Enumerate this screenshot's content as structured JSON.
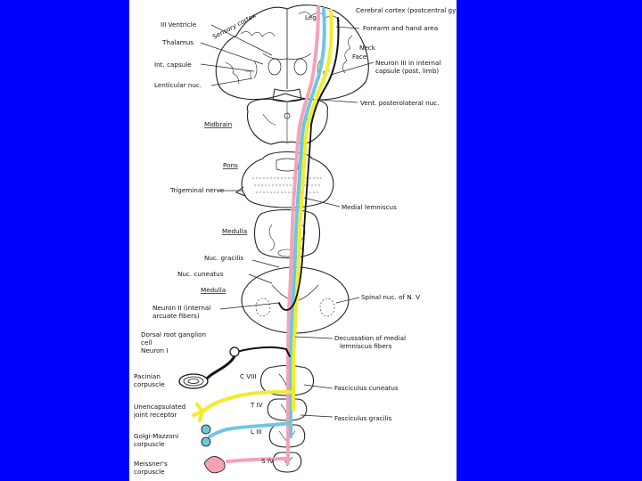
{
  "colors": {
    "background": "#0000ff",
    "panel": "#ffffff",
    "pathway_yellow": "#f2ec2c",
    "pathway_pink": "#f4a3b6",
    "pathway_cyan": "#6fc6de",
    "pathway_black": "#111111"
  },
  "labels": {
    "sensory_cortex": "Sensory cortex",
    "cerebral_cortex": "Cerebral cortex (postcentral gyrus)",
    "ventricle": "III  Ventricle",
    "thalamus": "Thalamus",
    "int_capsule": "Int. capsule",
    "lenticular": "Lenticular nuc.",
    "forearm": "Forearm and hand area",
    "neuron3_a": "Neuron III  in internal",
    "neuron3_b": "capsule (post. limb)",
    "vpl": "Vent. posterolateral nuc.",
    "leg": "Leg",
    "neck": "Neck",
    "face": "Face",
    "midbrain": "Midbrain",
    "pons": "Pons",
    "trigeminal": "Trigeminal nerve",
    "medial_lemniscus": "Medial lemniscus",
    "medulla_1": "Medulla",
    "nuc_gracilis": "Nuc. gracilis",
    "nuc_cuneatus": "Nuc. cuneatus",
    "medulla_2": "Medulla",
    "spinal_nuc": "Spinal nuc. of  N. V",
    "neuron2_a": "Neuron II (internal",
    "neuron2_b": "arcuate fibers)",
    "drg_a": "Dorsal root ganglion",
    "drg_b": "cell",
    "drg_c": "Neuron I",
    "decussation_a": "Decussation of medial",
    "decussation_b": "lemniscus fibers",
    "pacinian_a": "Pacinian",
    "pacinian_b": "corpuscle",
    "c8": "C VIII",
    "fasc_cuneatus": "Fasciculus cuneatus",
    "unencap_a": "Unencapsulated",
    "unencap_b": "joint receptor",
    "t4": "T IV",
    "fasc_gracilis": "Fasciculus gracilis",
    "golgi_a": "Golgi-Mazzoni",
    "golgi_b": "corpuscle",
    "l3": "L III",
    "meissner_a": "Meissner's",
    "meissner_b": "corpuscle",
    "s4": "S IV"
  }
}
